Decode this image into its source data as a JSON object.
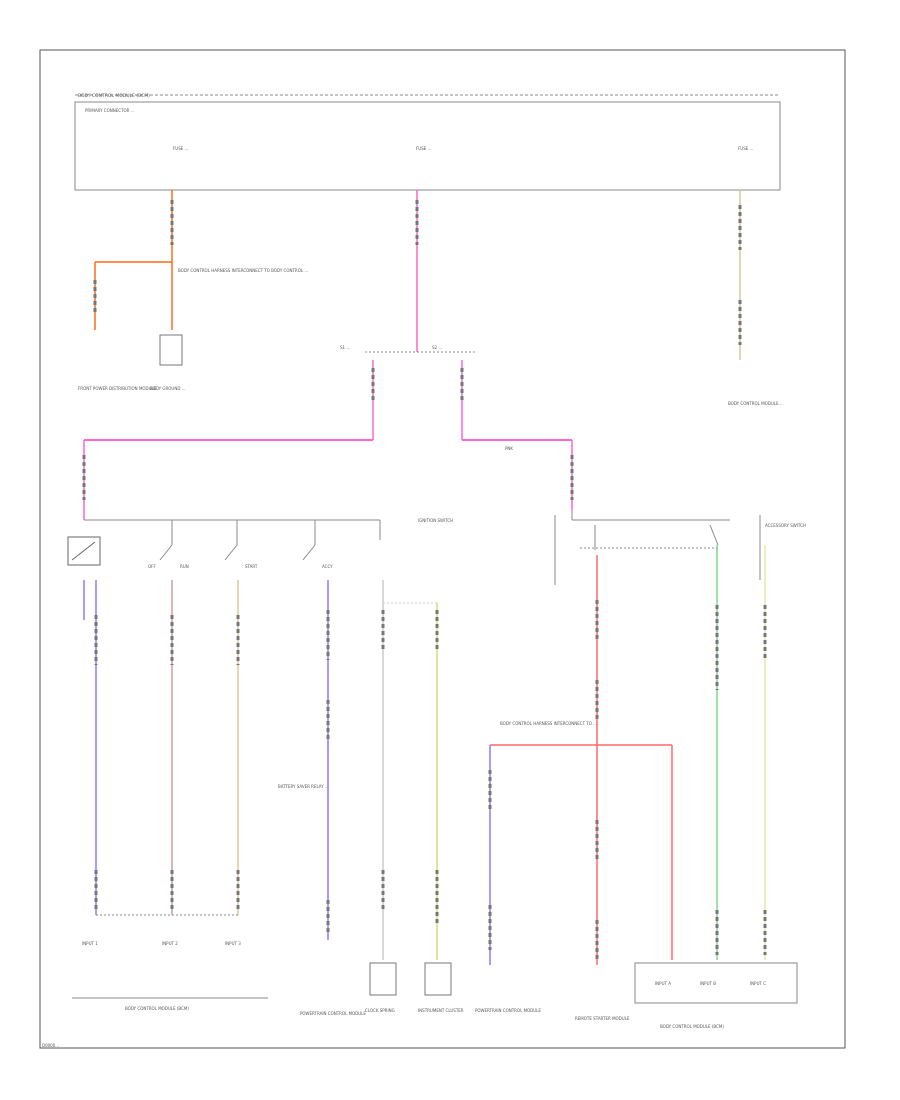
{
  "diagram": {
    "top_module_label": "BODY CONTROL MODULE (BCM)",
    "top_box_sublabel": "PRIMARY CONNECTOR ...",
    "fuses": [
      "FUSE ...",
      "FUSE ...",
      "FUSE ..."
    ],
    "left_branch_note": "BODY CONTROL HARNESS INTERCONNECT TO BODY CONTROL ...",
    "left_components": [
      "FRONT POWER DISTRIBUTION MODULE",
      "BODY GROUND ..."
    ],
    "center_splice_labels": [
      "S1 ...",
      "S2 ..."
    ],
    "pink_wire_label": "PNK",
    "right_top_component": "BODY CONTROL MODULE ...",
    "ignition_switch_label": "IGNITION SWITCH",
    "switch_positions": [
      "OFF",
      "RUN",
      "START",
      "ACCY"
    ],
    "right_switch_label": "ACCESSORY SWITCH",
    "mid_left_note": "BATTERY SAVER RELAY ...",
    "mid_right_note": "BODY CONTROL HARNESS INTERCONNECT TO ...",
    "bottom_left_labels": [
      "INPUT 1",
      "INPUT 2",
      "INPUT 3"
    ],
    "bottom_left_module": "BODY CONTROL MODULE (BCM)",
    "bottom_center_labels": [
      "POWERTRAIN CONTROL MODULE",
      "CLOCK SPRING",
      "INSTRUMENT CLUSTER",
      "POWERTRAIN CONTROL MODULE"
    ],
    "bottom_right_labels": [
      "REMOTE STARTER MODULE",
      "INPUT A",
      "INPUT B",
      "INPUT C"
    ],
    "bottom_right_module": "BODY CONTROL MODULE (BCM)",
    "corner_id": "D0000..."
  },
  "colors": {
    "pink": "#ff66cc",
    "orange": "#ff6a1a",
    "violet": "#8c7cff",
    "brown": "#c8a0a0",
    "tan": "#dcc898",
    "yellow_green": "#d8d880",
    "red": "#ff6a6a",
    "green": "#7ed98a",
    "pale_yellow": "#e8e6a8",
    "gray": "#888888"
  }
}
